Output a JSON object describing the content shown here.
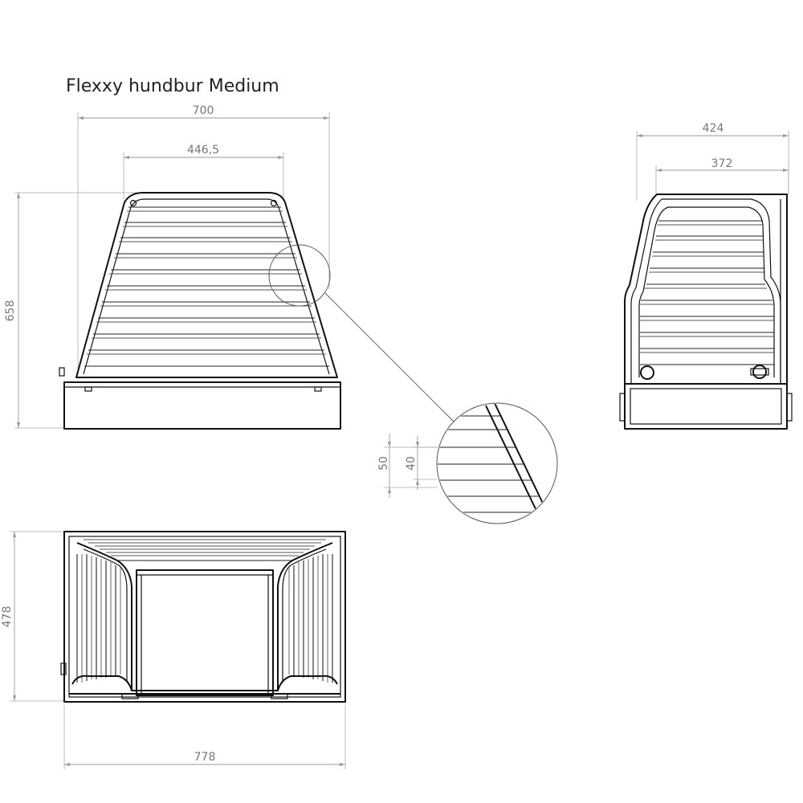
{
  "title": "Flexxy hundbur Medium",
  "dimensions": {
    "front_width_total": "700",
    "front_width_top": "446,5",
    "front_height": "658",
    "side_depth_total": "424",
    "side_depth_inner": "372",
    "detail_pitch": "50",
    "detail_gap": "40",
    "top_depth": "478",
    "top_width": "778"
  }
}
